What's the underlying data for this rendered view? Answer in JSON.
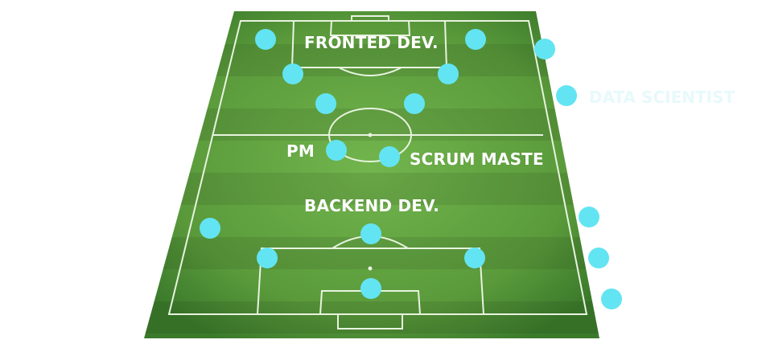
{
  "colors": {
    "player_dot": "#63e4f2",
    "pitch_dark": "#3f7d30",
    "pitch_light": "#6db04a",
    "lines": "#e8f3df"
  },
  "labels": {
    "fronted_dev": "FRONTED DEV.",
    "pm": "PM",
    "scrum_master": "SCRUM MASTE",
    "backend_dev": "BACKEND DEV.",
    "data_scientist": "DATA SCIENTIST"
  }
}
